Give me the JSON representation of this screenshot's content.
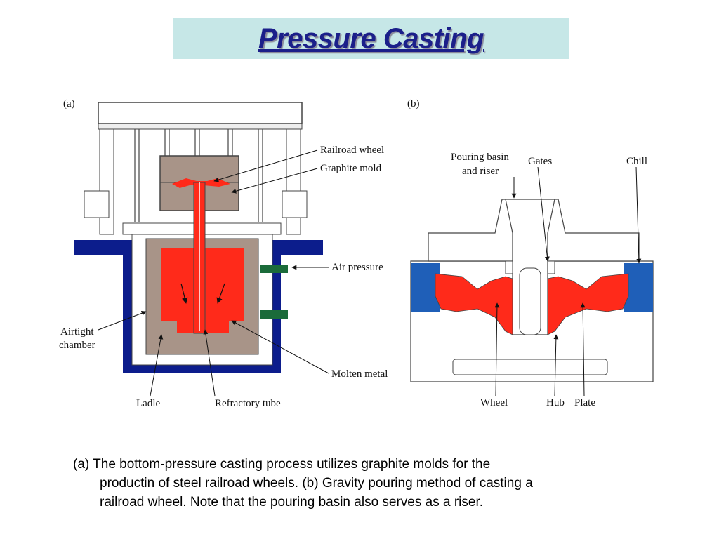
{
  "title": "Pressure Casting",
  "colors": {
    "title_bg": "#c6e7e7",
    "title_text": "#1b1f8a",
    "molten_metal": "#ff2a1a",
    "graphite": "#a89488",
    "chamber": "#0c1d8c",
    "pipe": "#1b6b3a",
    "chill": "#1f5fb8"
  },
  "figure_a": {
    "panel_label": "(a)",
    "labels": {
      "railroad_wheel": "Railroad  wheel",
      "graphite_mold": "Graphite  mold",
      "air_pressure": "Air  pressure",
      "airtight_chamber_1": "Airtight",
      "airtight_chamber_2": "chamber",
      "molten_metal": "Molten  metal",
      "ladle": "Ladle",
      "refractory_tube": "Refractory  tube"
    }
  },
  "figure_b": {
    "panel_label": "(b)",
    "labels": {
      "pouring_basin_1": "Pouring  basin",
      "pouring_basin_2": "and  riser",
      "gates": "Gates",
      "chill": "Chill",
      "wheel": "Wheel",
      "hub": "Hub",
      "plate": "Plate"
    }
  },
  "caption": {
    "line1": "(a) The bottom-pressure casting process utilizes graphite molds for the",
    "line2": "productin of steel railroad wheels. (b) Gravity pouring method of casting a",
    "line3": "railroad wheel. Note that the pouring basin also serves as a riser."
  }
}
